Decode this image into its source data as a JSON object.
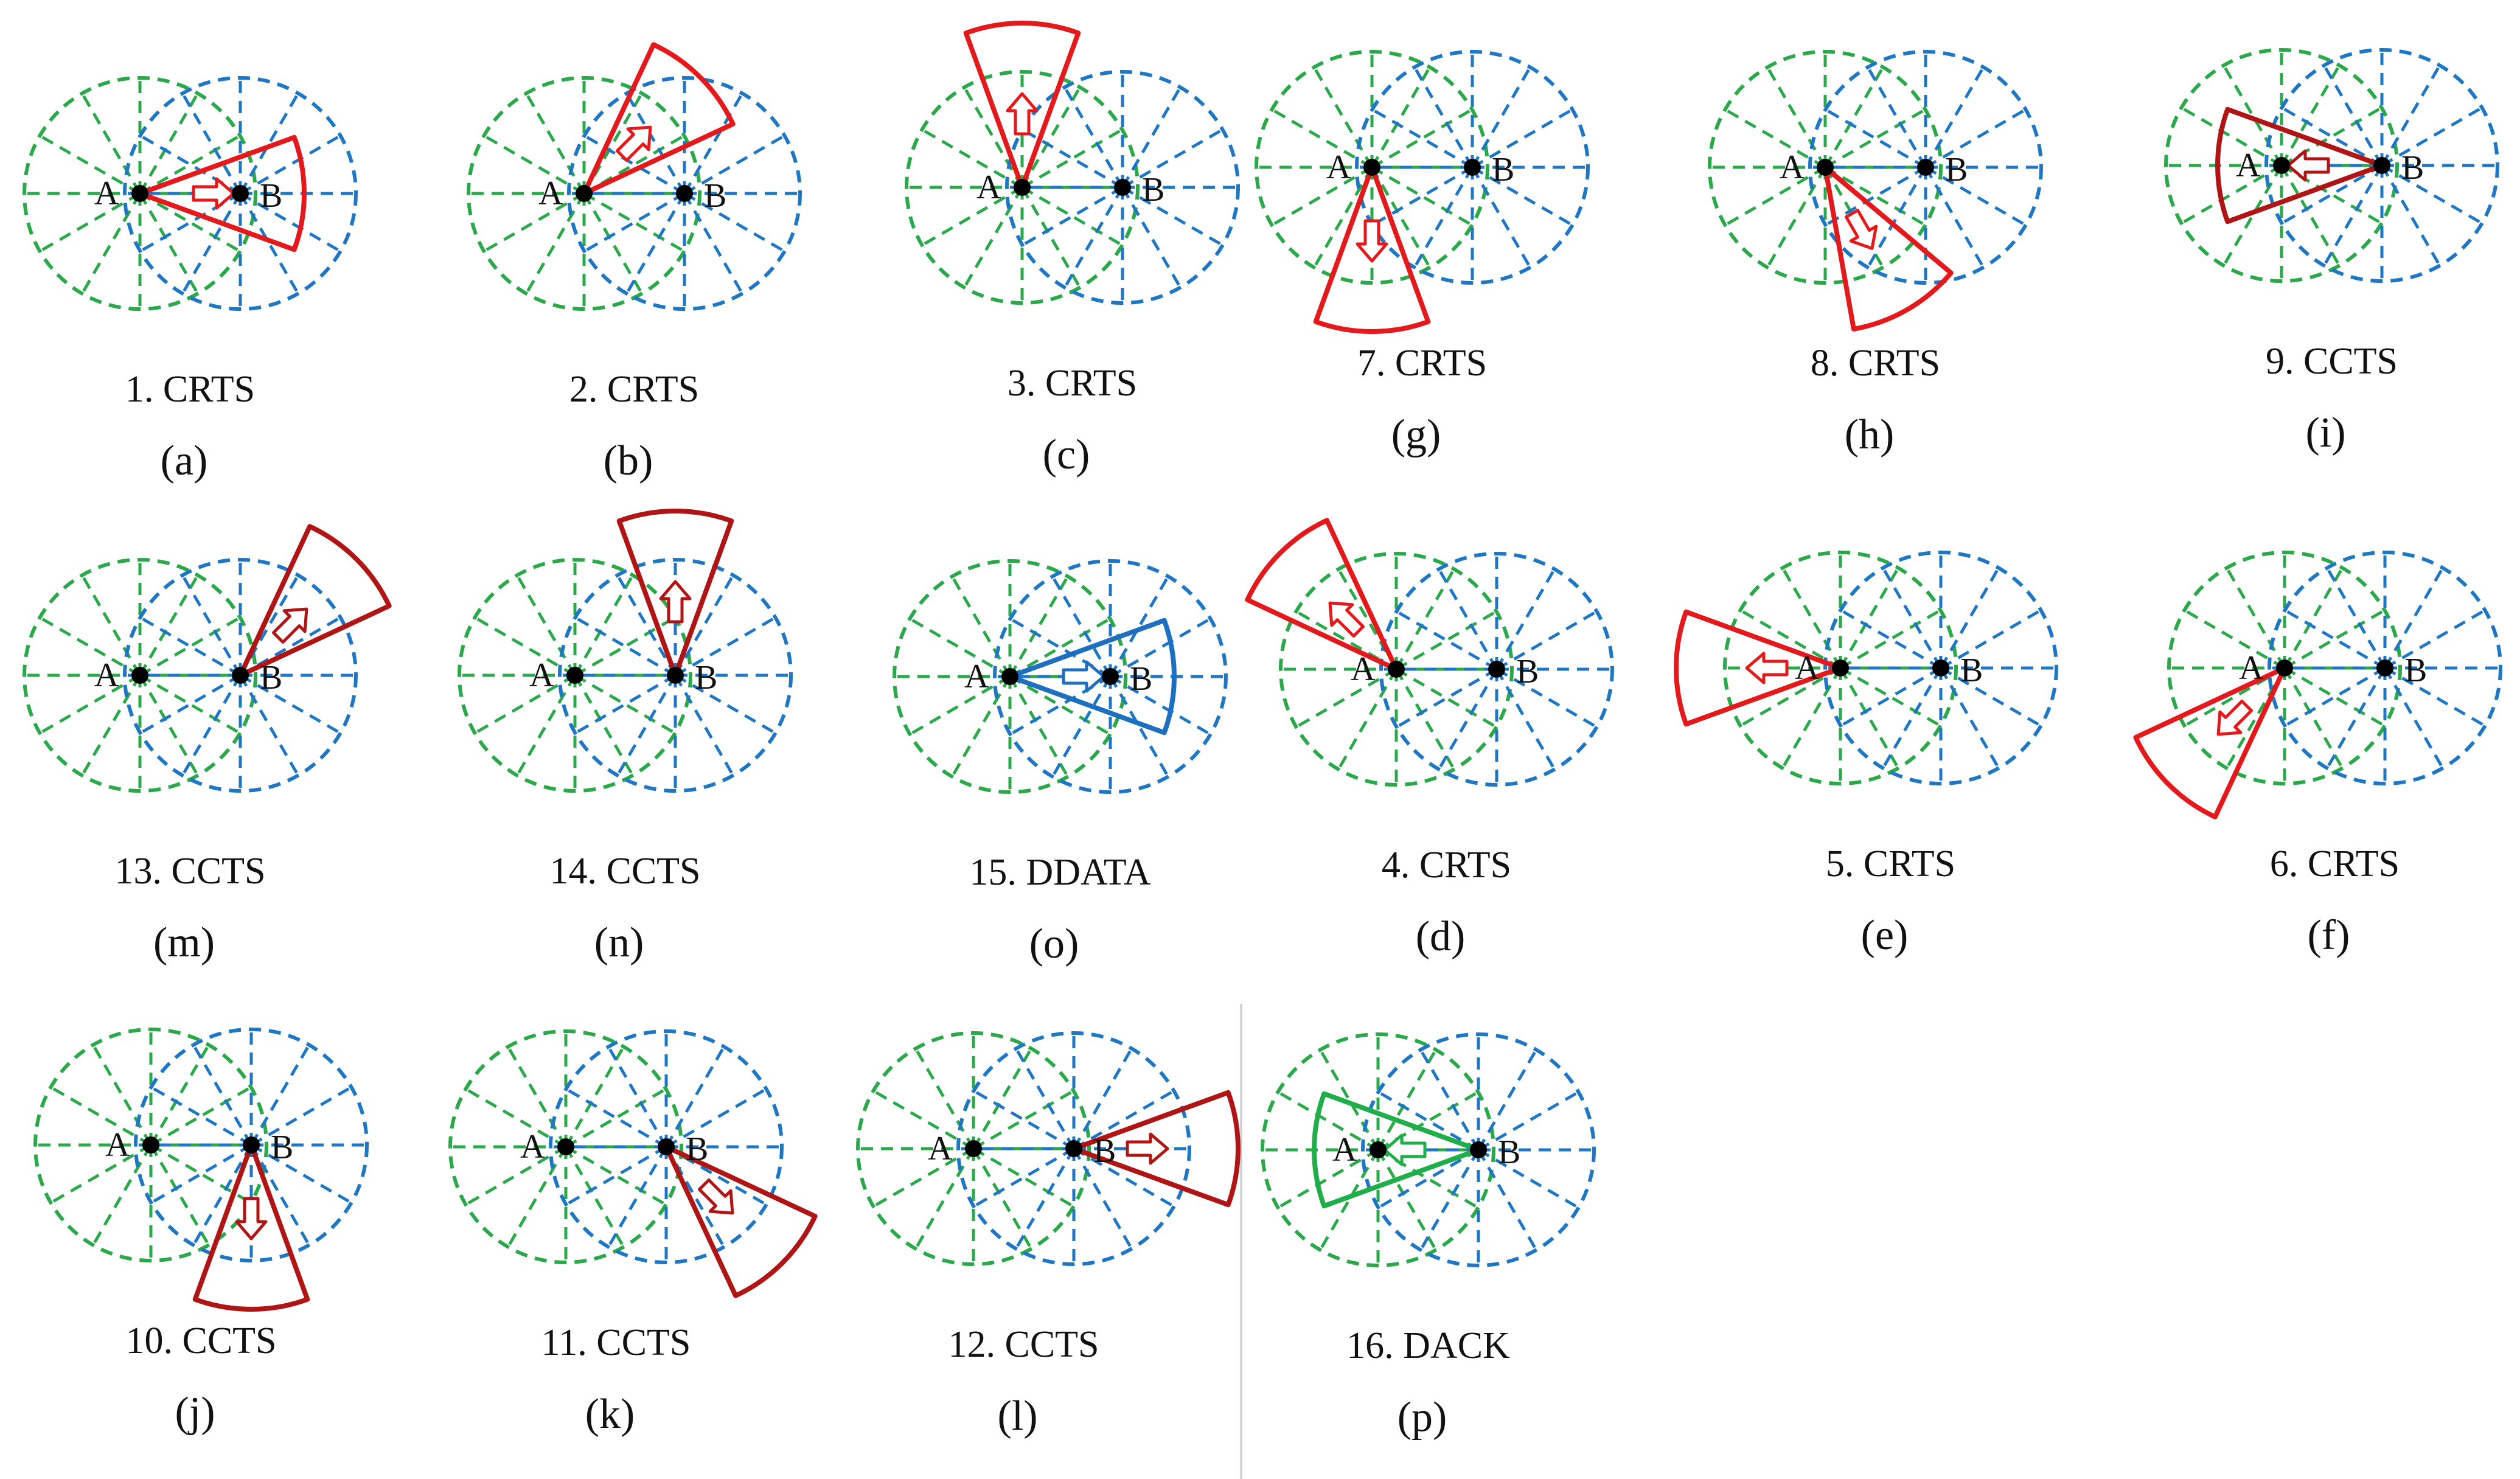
{
  "figure": {
    "node_a_label": "A",
    "node_b_label": "B",
    "colors": {
      "range_a": "#2aa84a",
      "range_b": "#1f77c4",
      "beam_red": "#e3191c",
      "beam_dark_red": "#b01515",
      "beam_blue": "#1f6fc0",
      "beam_green": "#1fae4a"
    },
    "panels": [
      {
        "caption": "1. CRTS",
        "sub": "(a)",
        "origin": "A",
        "dir_deg": 0,
        "beam": "red"
      },
      {
        "caption": "2. CRTS",
        "sub": "(b)",
        "origin": "A",
        "dir_deg": 45,
        "beam": "red"
      },
      {
        "caption": "3. CRTS",
        "sub": "(c)",
        "origin": "A",
        "dir_deg": 90,
        "beam": "red"
      },
      {
        "caption": "7. CRTS",
        "sub": "(g)",
        "origin": "A",
        "dir_deg": -90,
        "beam": "red"
      },
      {
        "caption": "8. CRTS",
        "sub": "(h)",
        "origin": "A",
        "dir_deg": -60,
        "beam": "red"
      },
      {
        "caption": "9. CCTS",
        "sub": "(i)",
        "origin": "B",
        "dir_deg": 180,
        "beam": "dark_red"
      },
      {
        "caption": "13. CCTS",
        "sub": "(m)",
        "origin": "B",
        "dir_deg": 45,
        "beam": "dark_red"
      },
      {
        "caption": "14. CCTS",
        "sub": "(n)",
        "origin": "B",
        "dir_deg": 90,
        "beam": "dark_red"
      },
      {
        "caption": "15. DDATA",
        "sub": "(o)",
        "origin": "A",
        "dir_deg": 0,
        "beam": "blue"
      },
      {
        "caption": "4. CRTS",
        "sub": "(d)",
        "origin": "A",
        "dir_deg": 135,
        "beam": "red"
      },
      {
        "caption": "5. CRTS",
        "sub": "(e)",
        "origin": "A",
        "dir_deg": 180,
        "beam": "red"
      },
      {
        "caption": "6. CRTS",
        "sub": "(f)",
        "origin": "A",
        "dir_deg": -135,
        "beam": "red"
      },
      {
        "caption": "10. CCTS",
        "sub": "(j)",
        "origin": "B",
        "dir_deg": -90,
        "beam": "dark_red"
      },
      {
        "caption": "11. CCTS",
        "sub": "(k)",
        "origin": "B",
        "dir_deg": -45,
        "beam": "dark_red"
      },
      {
        "caption": "12. CCTS",
        "sub": "(l)",
        "origin": "B",
        "dir_deg": 0,
        "beam": "dark_red"
      },
      {
        "caption": "16. DACK",
        "sub": "(p)",
        "origin": "B",
        "dir_deg": 180,
        "beam": "green"
      }
    ]
  }
}
